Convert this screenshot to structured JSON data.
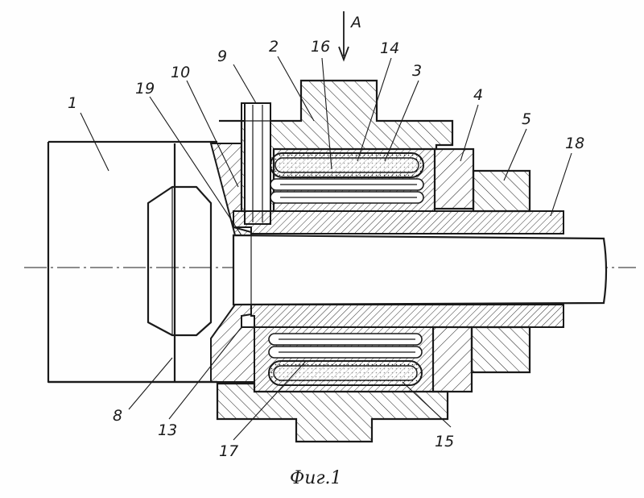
{
  "figure": {
    "caption": "Фиг.1",
    "view_arrow_label": "A",
    "callouts": {
      "n1": "1",
      "n2": "2",
      "n3": "3",
      "n4": "4",
      "n5": "5",
      "n8": "8",
      "n9": "9",
      "n10": "10",
      "n13": "13",
      "n14": "14",
      "n15": "15",
      "n16": "16",
      "n17": "17",
      "n18": "18",
      "n19": "19"
    }
  },
  "colors": {
    "ink": "#1a1a1a",
    "paper": "#fefefe",
    "fill": "#e9e4d6"
  }
}
